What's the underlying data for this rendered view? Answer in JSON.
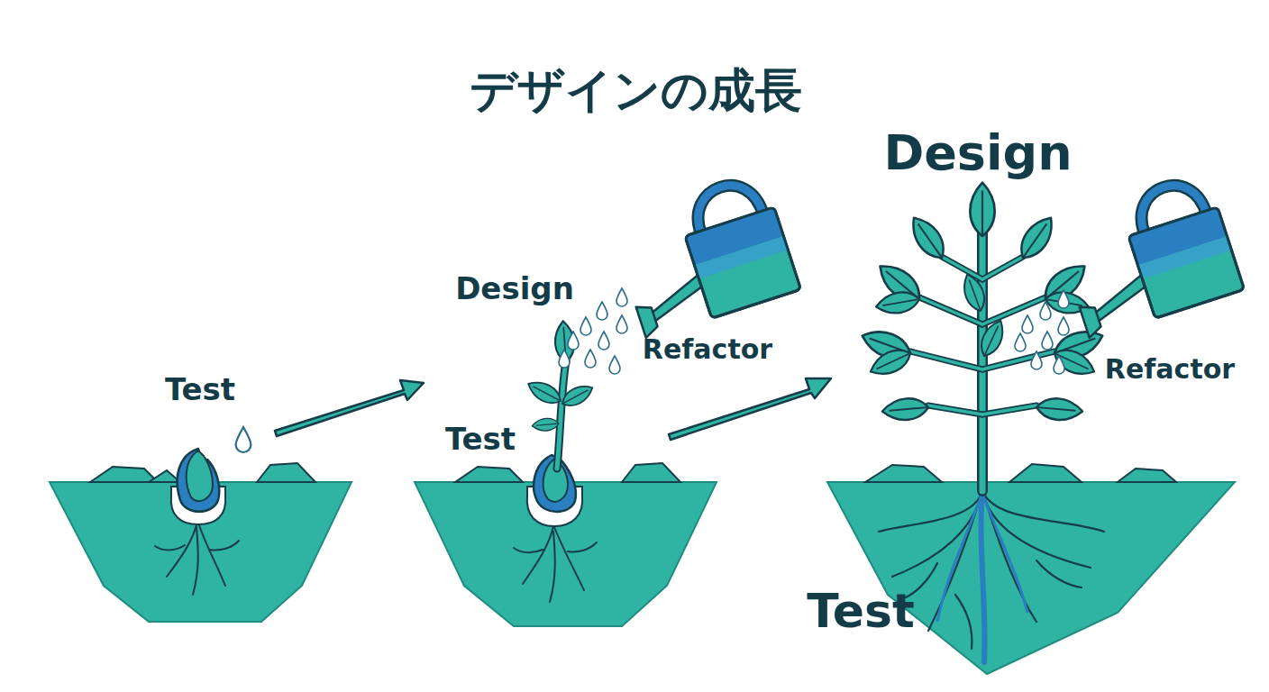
{
  "diagram": {
    "title": "デザインの成長",
    "labels": [
      "Test",
      "Design",
      "Refactor",
      "Test",
      "Design",
      "Refactor",
      "Test"
    ]
  }
}
